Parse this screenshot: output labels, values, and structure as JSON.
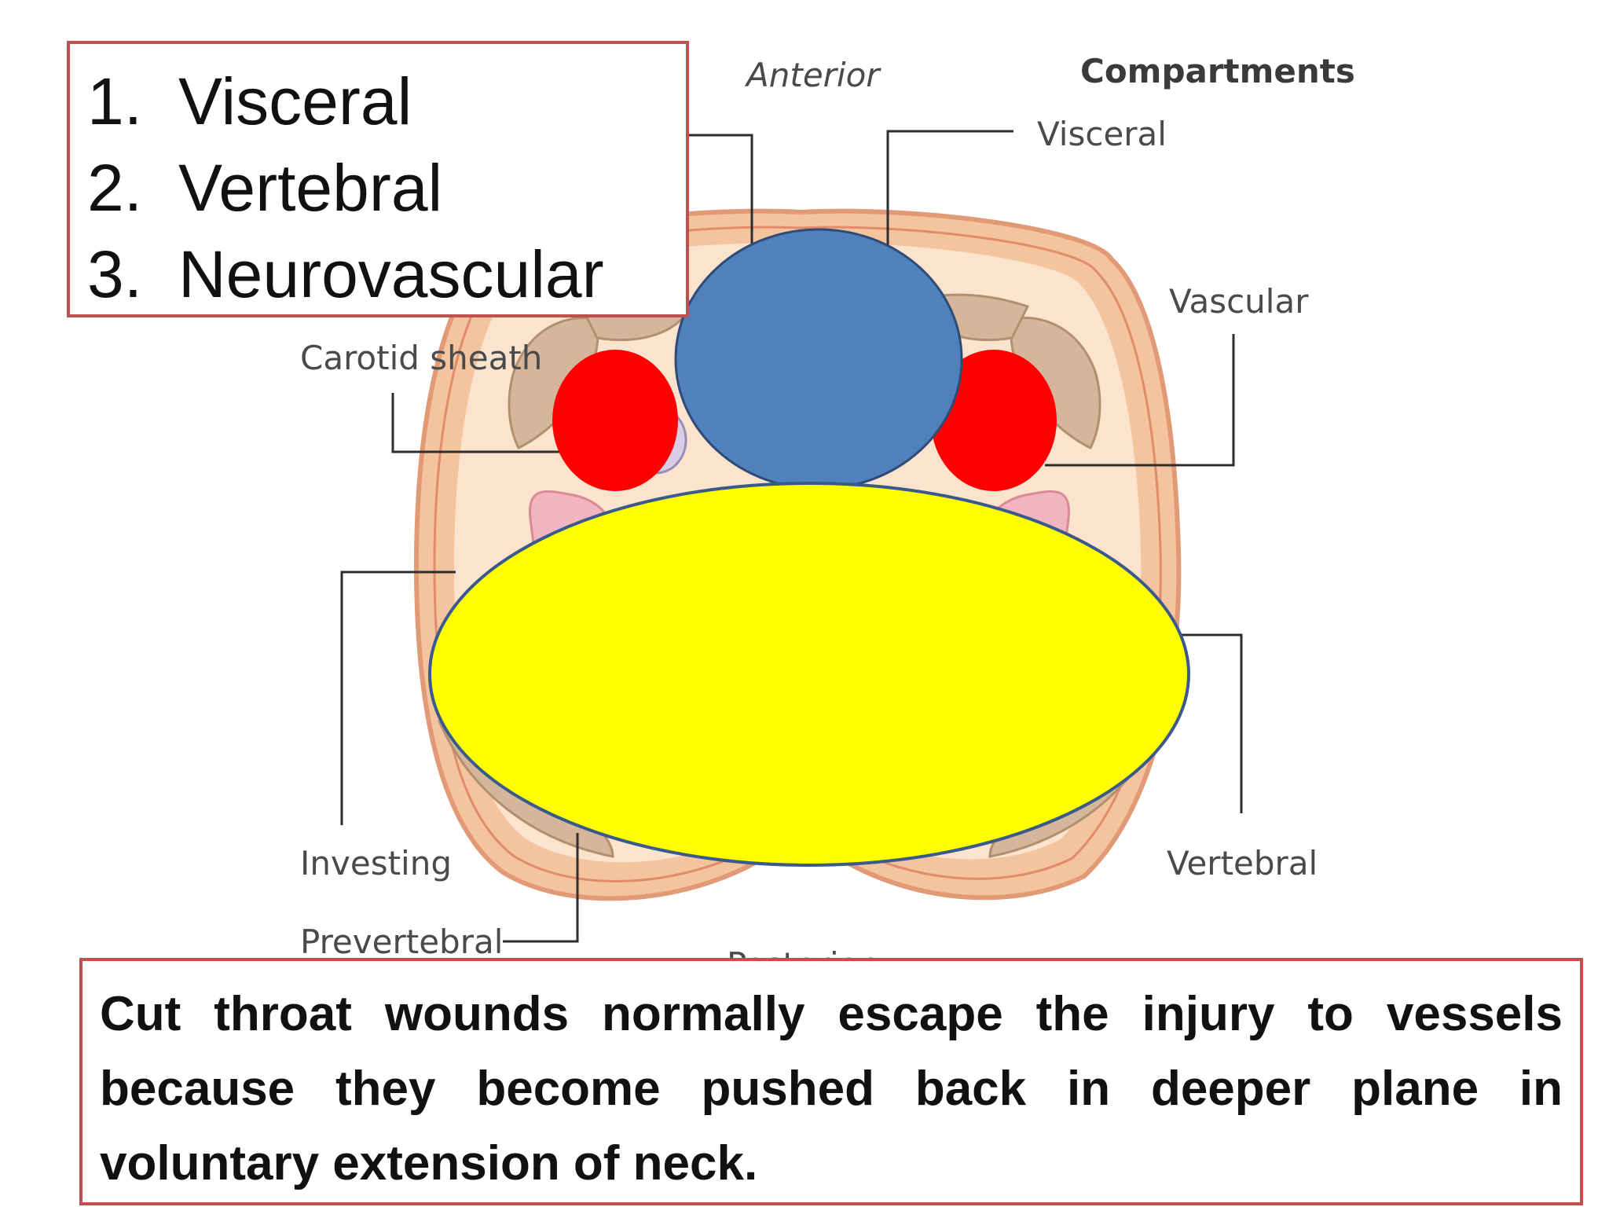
{
  "diagram": {
    "orientation_top": "Anterior",
    "orientation_bottom": "Posterior",
    "compartments_heading": "Compartments",
    "labels": {
      "carotid_sheath": "Carotid sheath",
      "visceral": "Visceral",
      "vascular": "Vascular",
      "investing": "Investing",
      "prevertebral": "Prevertebral",
      "vertebral": "Vertebral"
    },
    "colors": {
      "visceral_overlay": "#4f81bd",
      "neurovascular_overlay": "#ff0000",
      "vertebral_overlay": "#ffff00",
      "skin": "#f3c49e",
      "fascia_border": "#e29a76",
      "interior": "#fbe3cd",
      "muscle": "#d5b69a",
      "gland": "#f2b4be"
    }
  },
  "compartment_list": [
    {
      "number": "1.",
      "name": "Visceral"
    },
    {
      "number": "2.",
      "name": "Vertebral"
    },
    {
      "number": "3.",
      "name": "Neurovascular"
    }
  ],
  "note": "Cut throat wounds normally escape the injury to vessels because they become pushed back in deeper plane in voluntary extension of neck."
}
